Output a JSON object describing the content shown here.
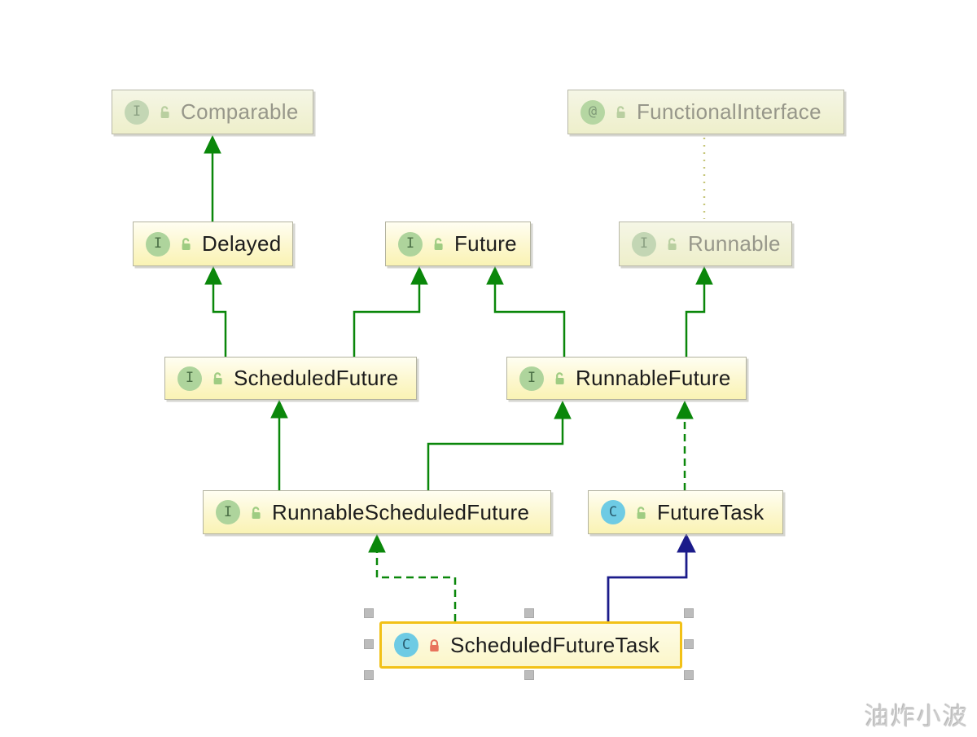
{
  "diagram": {
    "nodes": [
      {
        "id": "comparable",
        "label": "Comparable",
        "badge": "I",
        "kind": "interface",
        "state": "library",
        "lock": "open"
      },
      {
        "id": "functional-interface",
        "label": "FunctionalInterface",
        "badge": "@",
        "kind": "annotation",
        "state": "library",
        "lock": "open"
      },
      {
        "id": "delayed",
        "label": "Delayed",
        "badge": "I",
        "kind": "interface",
        "state": "normal",
        "lock": "open"
      },
      {
        "id": "future",
        "label": "Future",
        "badge": "I",
        "kind": "interface",
        "state": "normal",
        "lock": "open"
      },
      {
        "id": "runnable",
        "label": "Runnable",
        "badge": "I",
        "kind": "interface",
        "state": "library",
        "lock": "open"
      },
      {
        "id": "scheduled-future",
        "label": "ScheduledFuture",
        "badge": "I",
        "kind": "interface",
        "state": "normal",
        "lock": "open"
      },
      {
        "id": "runnable-future",
        "label": "RunnableFuture",
        "badge": "I",
        "kind": "interface",
        "state": "normal",
        "lock": "open"
      },
      {
        "id": "runnable-scheduled-future",
        "label": "RunnableScheduledFuture",
        "badge": "I",
        "kind": "interface",
        "state": "normal",
        "lock": "open"
      },
      {
        "id": "future-task",
        "label": "FutureTask",
        "badge": "C",
        "kind": "class",
        "state": "normal",
        "lock": "open"
      },
      {
        "id": "scheduled-future-task",
        "label": "ScheduledFutureTask",
        "badge": "C",
        "kind": "class",
        "state": "selected",
        "lock": "closed"
      }
    ],
    "edges": [
      {
        "from": "Delayed",
        "to": "Comparable",
        "relation": "extends",
        "style": "solid-green"
      },
      {
        "from": "ScheduledFuture",
        "to": "Delayed",
        "relation": "extends",
        "style": "solid-green"
      },
      {
        "from": "ScheduledFuture",
        "to": "Future",
        "relation": "extends",
        "style": "solid-green"
      },
      {
        "from": "RunnableFuture",
        "to": "Future",
        "relation": "extends",
        "style": "solid-green"
      },
      {
        "from": "RunnableFuture",
        "to": "Runnable",
        "relation": "extends",
        "style": "solid-green"
      },
      {
        "from": "RunnableScheduledFuture",
        "to": "ScheduledFuture",
        "relation": "extends",
        "style": "solid-green"
      },
      {
        "from": "RunnableScheduledFuture",
        "to": "RunnableFuture",
        "relation": "extends",
        "style": "solid-green"
      },
      {
        "from": "FutureTask",
        "to": "RunnableFuture",
        "relation": "implements",
        "style": "dashed-green"
      },
      {
        "from": "ScheduledFutureTask",
        "to": "RunnableScheduledFuture",
        "relation": "implements",
        "style": "dashed-green"
      },
      {
        "from": "ScheduledFutureTask",
        "to": "FutureTask",
        "relation": "extends",
        "style": "solid-navy"
      },
      {
        "from": "FunctionalInterface",
        "to": "Runnable",
        "relation": "annotates",
        "style": "dotted-olive"
      }
    ],
    "colors": {
      "extends_interface": "#0a870a",
      "extends_class": "#1b1b8a",
      "annotation_link": "#c6c67a",
      "selection_border": "#f2c117",
      "node_fill_bottom": "#faf3b4",
      "library_text": "#97978a"
    }
  },
  "watermark": {
    "text": "油炸小波"
  }
}
